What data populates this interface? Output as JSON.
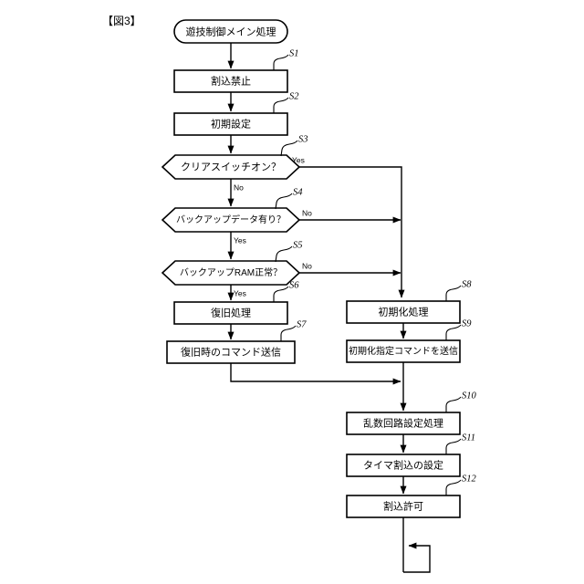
{
  "figure": {
    "title": "【図3】",
    "kind": "flowchart"
  },
  "nodes": {
    "start": {
      "label": "遊技制御メイン処理",
      "shape": "stadium"
    },
    "s1": {
      "step": "S1",
      "label": "割込禁止",
      "shape": "process"
    },
    "s2": {
      "step": "S2",
      "label": "初期設定",
      "shape": "process"
    },
    "s3": {
      "step": "S3",
      "label": "クリアスイッチオン？",
      "shape": "decision"
    },
    "s4": {
      "step": "S4",
      "label": "バックアップデータ有り？",
      "shape": "decision"
    },
    "s5": {
      "step": "S5",
      "label": "バックアップRAM正常？",
      "shape": "decision"
    },
    "s6": {
      "step": "S6",
      "label": "復旧処理",
      "shape": "process"
    },
    "s7": {
      "step": "S7",
      "label": "復旧時のコマンド送信",
      "shape": "process"
    },
    "s8": {
      "step": "S8",
      "label": "初期化処理",
      "shape": "process"
    },
    "s9": {
      "step": "S9",
      "label": "初期化指定コマンドを送信",
      "shape": "process"
    },
    "s10": {
      "step": "S10",
      "label": "乱数回路設定処理",
      "shape": "process"
    },
    "s11": {
      "step": "S11",
      "label": "タイマ割込の設定",
      "shape": "process"
    },
    "s12": {
      "step": "S12",
      "label": "割込許可",
      "shape": "process"
    }
  },
  "branch_labels": {
    "s3_yes": "Yes",
    "s3_no": "No",
    "s4_no": "No",
    "s4_yes": "Yes",
    "s5_no": "No",
    "s5_yes": "Yes"
  },
  "colors": {
    "stroke": "#000000",
    "fill": "#ffffff",
    "background": "#ffffff"
  }
}
